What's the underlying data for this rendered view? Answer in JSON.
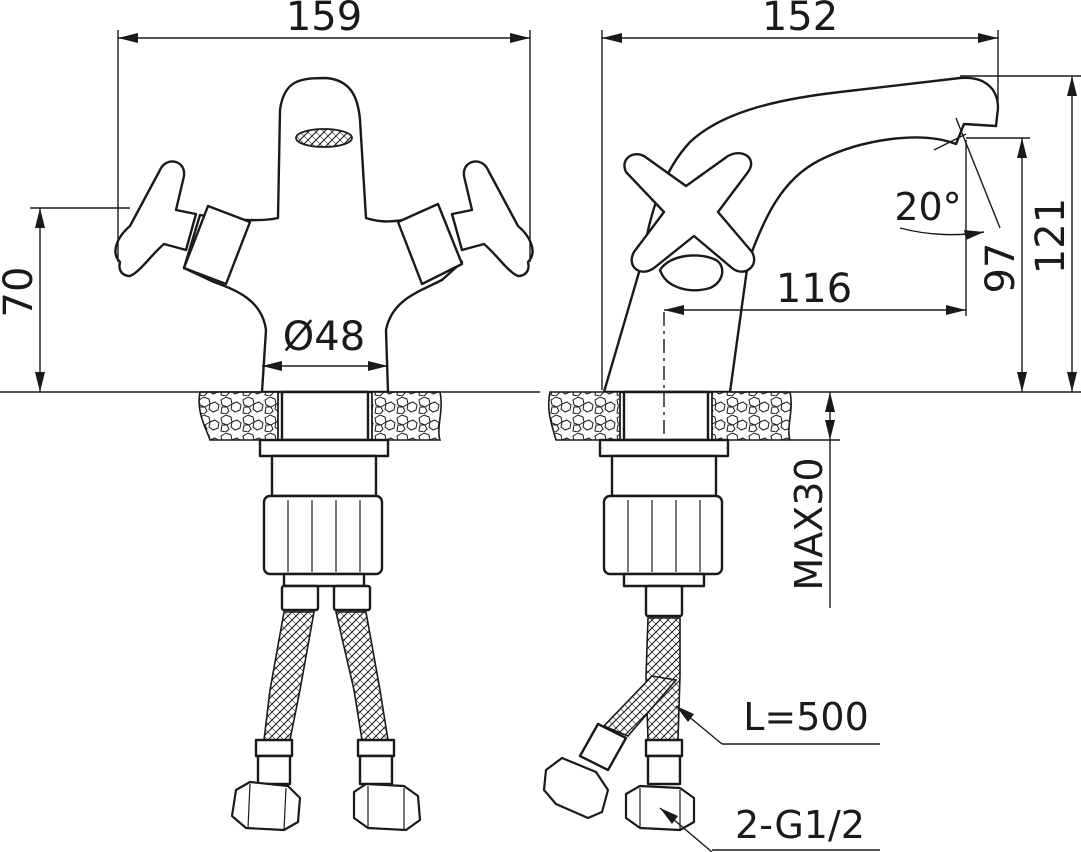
{
  "dimensions": {
    "front_width": "159",
    "side_width": "152",
    "mount_height": "70",
    "base_diameter": "Ø48",
    "spout_reach": "116",
    "spout_angle": "20°",
    "spout_height": "97",
    "total_height": "121",
    "max_thickness": "MAX30"
  },
  "notes": {
    "hose_length": "L=500",
    "connection": "2-G1/2"
  }
}
